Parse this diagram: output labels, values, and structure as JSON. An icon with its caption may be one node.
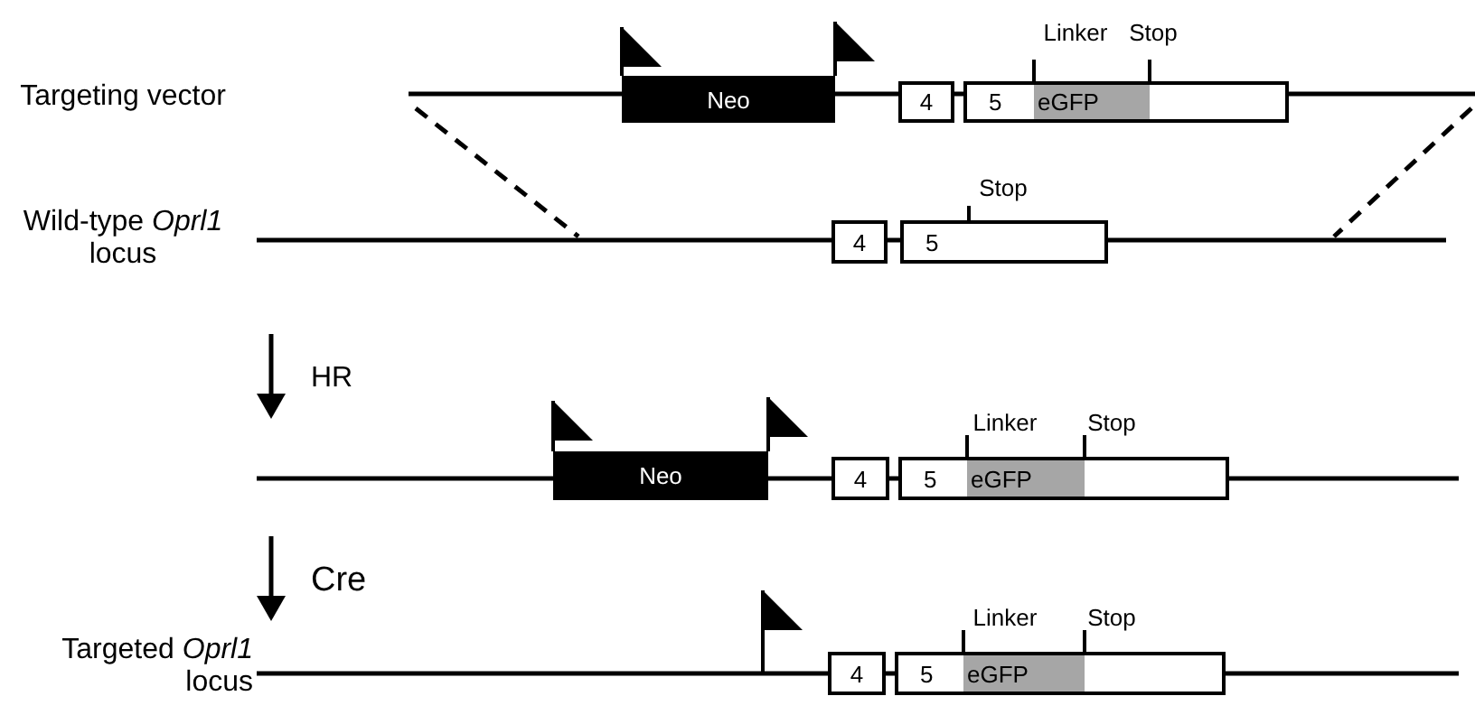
{
  "diagram": {
    "nodes": [
      {
        "text": [
          "Neo"
        ]
      },
      {
        "text": [
          "4"
        ]
      },
      {
        "text": [
          "5"
        ]
      },
      {
        "text": [
          "eGFP"
        ],
        "in": 2
      },
      {
        "text": [
          "4"
        ]
      },
      {
        "text": [
          "5"
        ]
      },
      {
        "text": [
          "Neo"
        ]
      },
      {
        "text": [
          "4"
        ]
      },
      {
        "text": [
          "5"
        ]
      },
      {
        "text": [
          "eGFP"
        ],
        "in": 8
      },
      {
        "text": [
          "4"
        ]
      },
      {
        "text": [
          "5"
        ]
      },
      {
        "text": [
          "eGFP"
        ],
        "in": 11
      }
    ],
    "labels": [
      "Targeting vector",
      "Linker",
      "Stop",
      "Wild-type *Oprl1* locus",
      "Stop",
      "HR",
      "Linker",
      "Stop",
      "Cre",
      "Linker",
      "Stop",
      "Targeted *Oprl1* locus"
    ]
  }
}
